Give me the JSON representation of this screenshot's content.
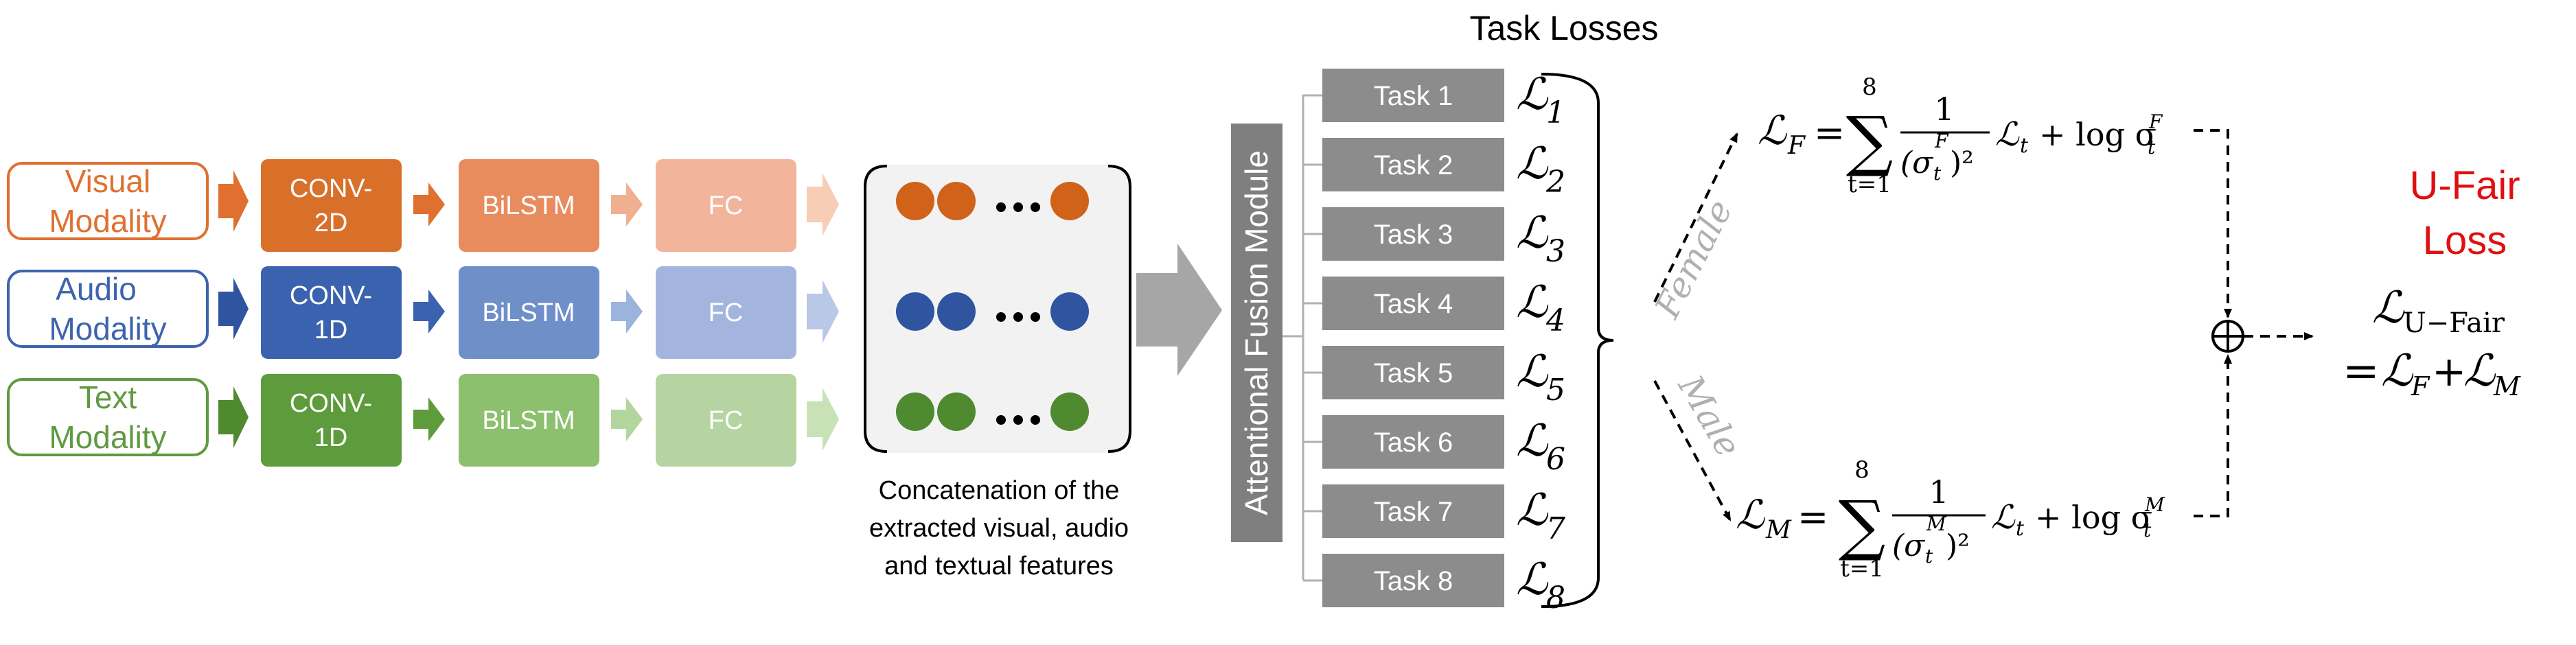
{
  "modalities": [
    {
      "label_line1": "Visual",
      "label_line2": "Modality",
      "conv_line1": "CONV-",
      "conv_line2": "2D",
      "bilstm": "BiLSTM",
      "fc": "FC",
      "color": "#e07030"
    },
    {
      "label_line1": "Audio",
      "label_line2": "Modality",
      "conv_line1": "CONV-",
      "conv_line2": "1D",
      "bilstm": "BiLSTM",
      "fc": "FC",
      "color": "#3d64ad"
    },
    {
      "label_line1": "Text",
      "label_line2": "Modality",
      "conv_line1": "CONV-",
      "conv_line2": "1D",
      "bilstm": "BiLSTM",
      "fc": "FC",
      "color": "#5f9a40"
    }
  ],
  "concat_caption": [
    "Concatenation of the",
    "extracted visual, audio",
    "and textual features"
  ],
  "fusion_label": "Attentional Fusion Module",
  "task_losses_title": "Task Losses",
  "tasks": [
    {
      "label": "Task 1",
      "loss_sub": "1"
    },
    {
      "label": "Task 2",
      "loss_sub": "2"
    },
    {
      "label": "Task 3",
      "loss_sub": "3"
    },
    {
      "label": "Task 4",
      "loss_sub": "4"
    },
    {
      "label": "Task 5",
      "loss_sub": "5"
    },
    {
      "label": "Task 6",
      "loss_sub": "6"
    },
    {
      "label": "Task 7",
      "loss_sub": "7"
    },
    {
      "label": "Task 8",
      "loss_sub": "8"
    }
  ],
  "loss_symbol": "ℒ",
  "branch_female": "Female",
  "branch_male": "Male",
  "formula_female": {
    "lhs_sub": "F",
    "sum_upper": "8",
    "sum_lower": "t=1",
    "frac_num": "1",
    "frac_den": "(σ",
    "frac_den_sub": "t",
    "frac_den_sup": "F",
    "frac_den_tail": ")²",
    "term": "ℒ",
    "term_sub": "t",
    "tail": "+ log σ",
    "tail_sub": "t",
    "tail_sup": "F"
  },
  "formula_male": {
    "lhs_sub": "M",
    "sum_upper": "8",
    "sum_lower": "t=1",
    "frac_num": "1",
    "frac_den": "(σ",
    "frac_den_sub": "t",
    "frac_den_sup": "M",
    "frac_den_tail": ")²",
    "term": "ℒ",
    "term_sub": "t",
    "tail": "+ log σ",
    "tail_sub": "t",
    "tail_sup": "M"
  },
  "ufair_title_line1": "U-Fair",
  "ufair_title_line2": "Loss",
  "ufair_lhs_sub": "U−Fair",
  "ufair_rhs_f": "F",
  "ufair_rhs_m": "M",
  "colors": {
    "task_box": "#8c8c8c",
    "fusion": "#7f7f7f",
    "title_red": "#e01010",
    "branch_gray": "#b0b0b0"
  }
}
